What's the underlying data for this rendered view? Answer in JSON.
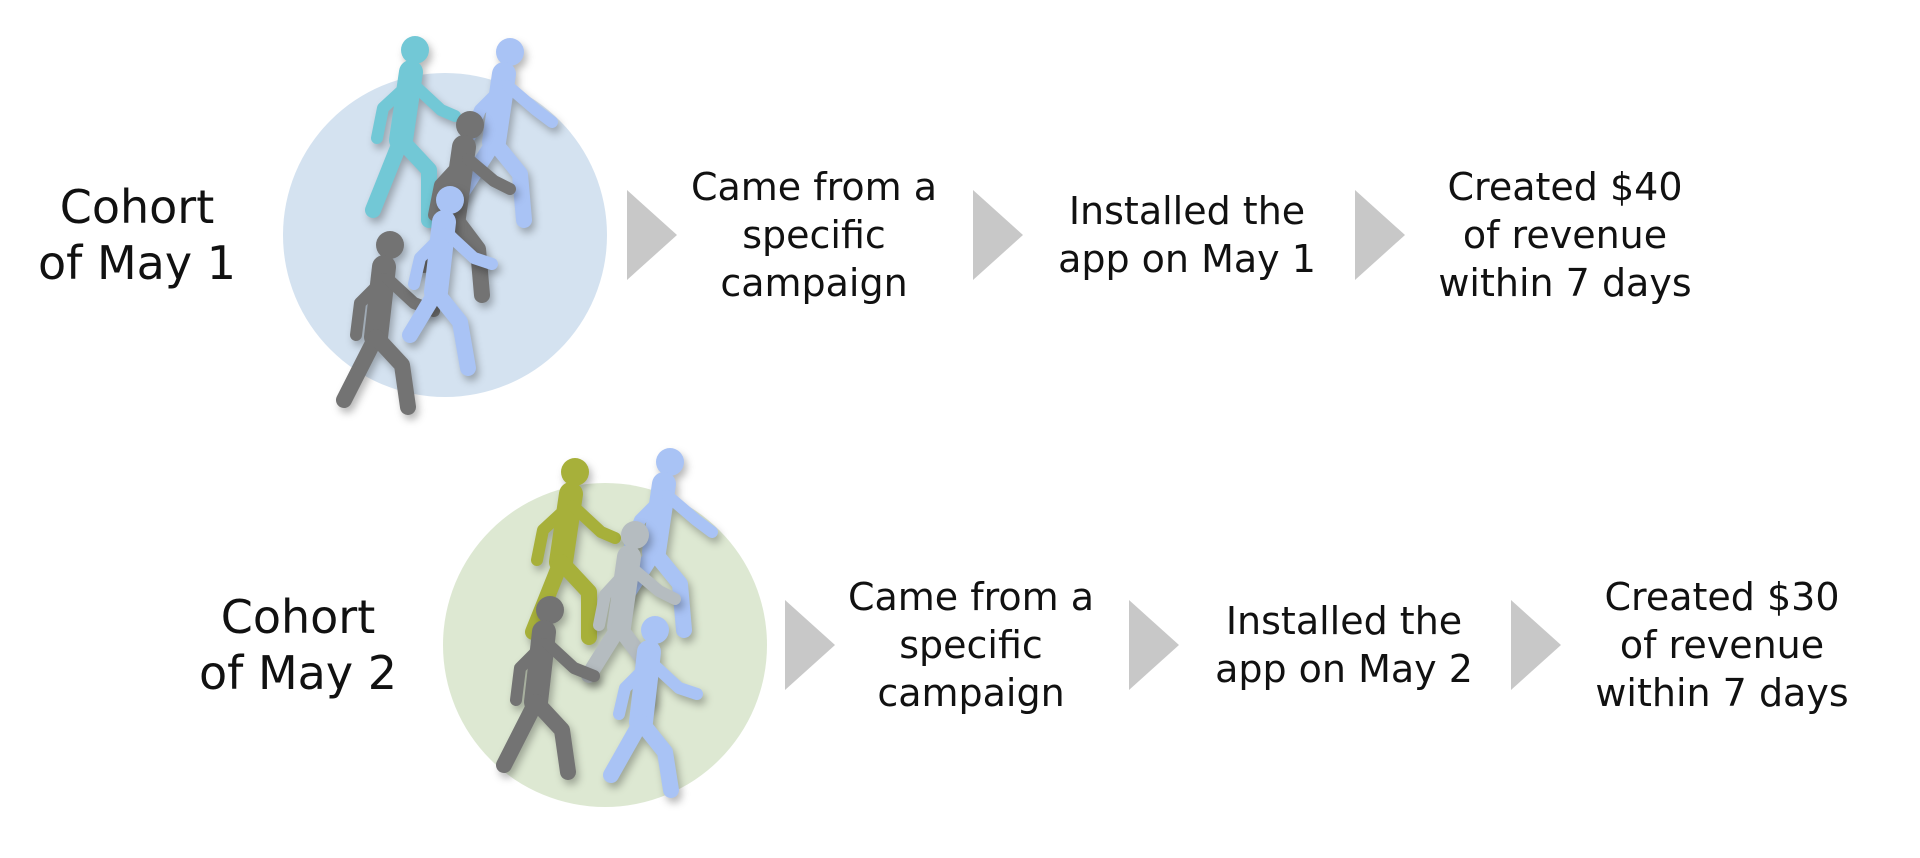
{
  "colors": {
    "arrow": "#c8c8c8",
    "cohort1_circle": "#d4e2f0",
    "cohort2_circle": "#dde8d2",
    "walker_teal": "#72c8d6",
    "walker_blue": "#a9c3f5",
    "walker_dark_gray": "#737373",
    "walker_olive": "#a7b03a",
    "walker_light_gray": "#b5bcc0"
  },
  "icons": {
    "people": "walking-people-icon",
    "arrow": "chevron-right-arrow-icon"
  },
  "cohorts": [
    {
      "label": "Cohort\nof May 1",
      "steps": [
        "Came from a\nspecific\ncampaign",
        "Installed the\napp on May 1",
        "Created $40\nof revenue\nwithin 7 days"
      ]
    },
    {
      "label": "Cohort\nof May 2",
      "steps": [
        "Came from a\nspecific\ncampaign",
        "Installed the\napp on May 2",
        "Created $30\nof revenue\nwithin 7 days"
      ]
    }
  ]
}
